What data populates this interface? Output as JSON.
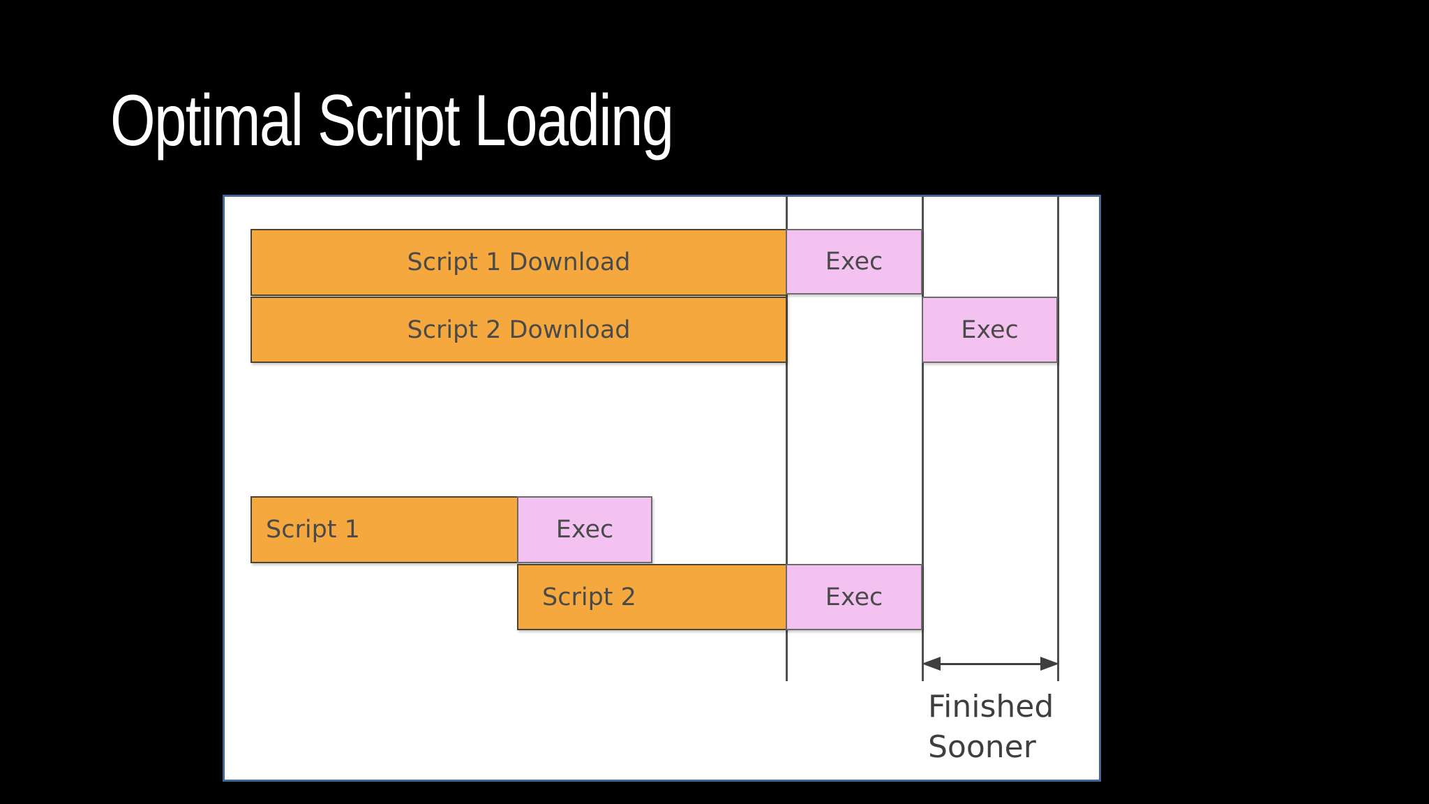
{
  "title": "Optimal Script Loading",
  "diagram": {
    "panel_background": "#ffffff",
    "panel_border_color": "#44679b",
    "download_fill": "#f5a83e",
    "exec_fill": "#f4c2f0",
    "marker_line_color": "#4f4f4f",
    "label_color": "#4a4a4a",
    "sequential": {
      "script1_download": "Script 1 Download",
      "script1_exec": "Exec",
      "script2_download": "Script 2 Download",
      "script2_exec": "Exec"
    },
    "optimal": {
      "script1_download": "Script 1",
      "script1_exec": "Exec",
      "script2_download": "Script 2",
      "script2_exec": "Exec"
    },
    "annotation": {
      "line1": "Finished",
      "line2": "Sooner"
    }
  }
}
